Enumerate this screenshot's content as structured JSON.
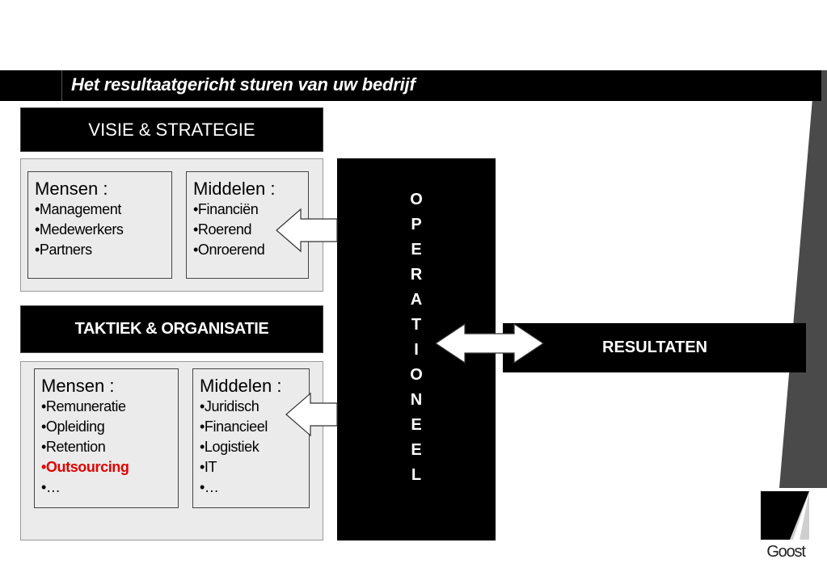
{
  "title": "Het resultaatgericht sturen van uw bedrijf",
  "visie": {
    "header": "VISIE & STRATEGIE",
    "mensen": {
      "label": "Mensen :",
      "items": [
        "•Management",
        "•Medewerkers",
        "•Partners"
      ]
    },
    "middelen": {
      "label": "Middelen :",
      "items": [
        "•Financiën",
        "•Roerend",
        "•Onroerend"
      ]
    }
  },
  "taktiek": {
    "header": "TAKTIEK & ORGANISATIE",
    "mensen": {
      "label": "Mensen :",
      "items": [
        "•Remuneratie",
        "•Opleiding",
        "•Retention",
        "•Outsourcing",
        "•…"
      ]
    },
    "middelen": {
      "label": "Middelen :",
      "items": [
        "•Juridisch",
        "•Financieel",
        "•Logistiek",
        "•IT",
        "•…"
      ]
    }
  },
  "operationeel": {
    "letters": [
      "O",
      "P",
      "E",
      "R",
      "A",
      "T",
      "I",
      "O",
      "N",
      "E",
      "E",
      "L"
    ]
  },
  "resultaten": "RESULTATEN",
  "logo": {
    "text": "Goost"
  },
  "colors": {
    "highlight": "#e30000",
    "panel": "#ebebeb",
    "box": "#000000",
    "wedge": "#4a4a4a"
  }
}
